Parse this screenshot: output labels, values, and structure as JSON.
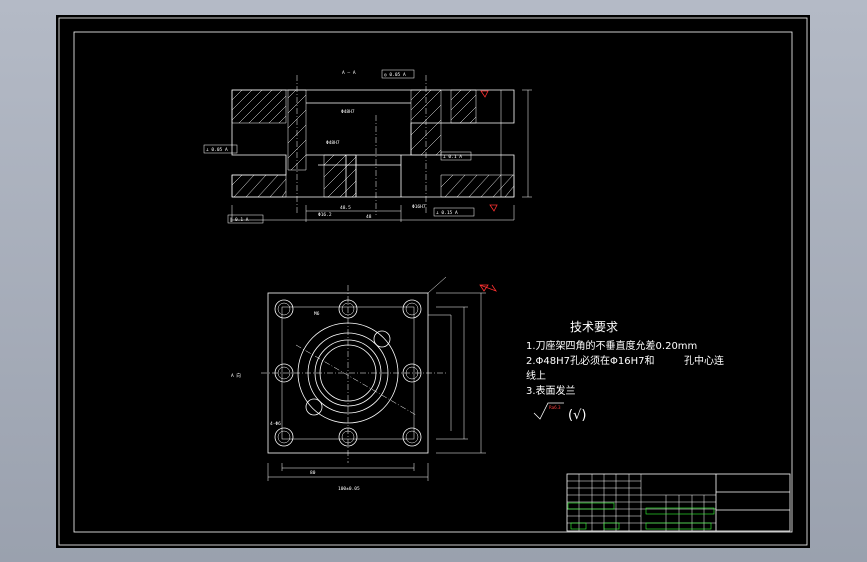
{
  "notes": {
    "heading": "技术要求",
    "line1": "1.刀座架四角的不垂直度允差0.20mm",
    "line2a": "2.Φ48H7孔必须在Φ16H7和",
    "line2b": "孔中心连",
    "line3": "线上",
    "line4": "3.表面发兰",
    "roughness_value": "Ra6.3",
    "roughness_paren": "(√)"
  },
  "view_labels": {
    "section": "A — A",
    "view_a": "A 向"
  },
  "tolerance_frames": {
    "top": "◎ 0.05 A",
    "left": "⊥ 0.05 A",
    "right": "⊥ 0.1 A",
    "bottom_left": "∥ 0.1 A",
    "bottom_right": "⊥ 0.15 A"
  },
  "dimensions": {
    "d1": "48.5",
    "d2": "48",
    "d3": "Φ16.2",
    "d4": "Φ48H7",
    "d5": "Φ16H7",
    "d6": "Φ48H7",
    "d7": "4-Φ6",
    "d8": "100±0.05",
    "d9": "80",
    "d10": "M6"
  },
  "colors": {
    "background": "#000000",
    "lines": "#ffffff",
    "marks": "#ff3030",
    "titleblock": "#33ff33"
  }
}
